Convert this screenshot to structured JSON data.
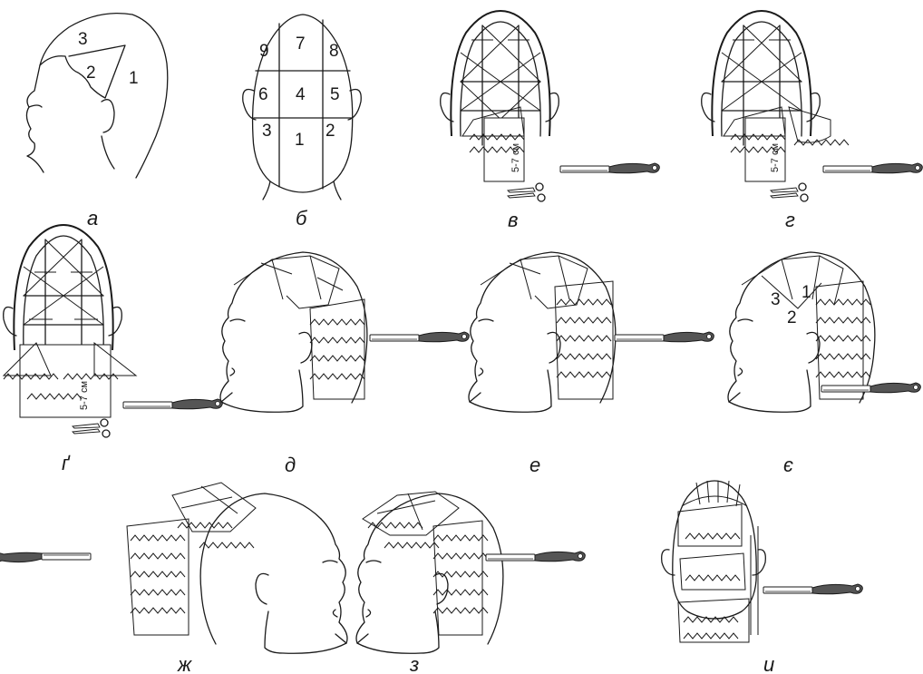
{
  "captions": {
    "a": "а",
    "b": "б",
    "v": "в",
    "h": "г",
    "g": "ґ",
    "d": "д",
    "e": "е",
    "ye": "є",
    "zh": "ж",
    "z": "з",
    "y": "и"
  },
  "zone_numbers": {
    "side_profile": [
      "3",
      "2",
      "1"
    ],
    "back_view": [
      "9",
      "7",
      "8",
      "6",
      "4",
      "5",
      "3",
      "1",
      "2"
    ],
    "side_profile_ye": [
      "3",
      "1",
      "2"
    ]
  },
  "length_marks": [
    "5-7 см",
    "5-7 см",
    "5-7 см"
  ],
  "tools": [
    "razor",
    "scissors"
  ],
  "colors": {
    "line": "#1a1a1a",
    "tool": "#555555",
    "background": "#ffffff"
  }
}
